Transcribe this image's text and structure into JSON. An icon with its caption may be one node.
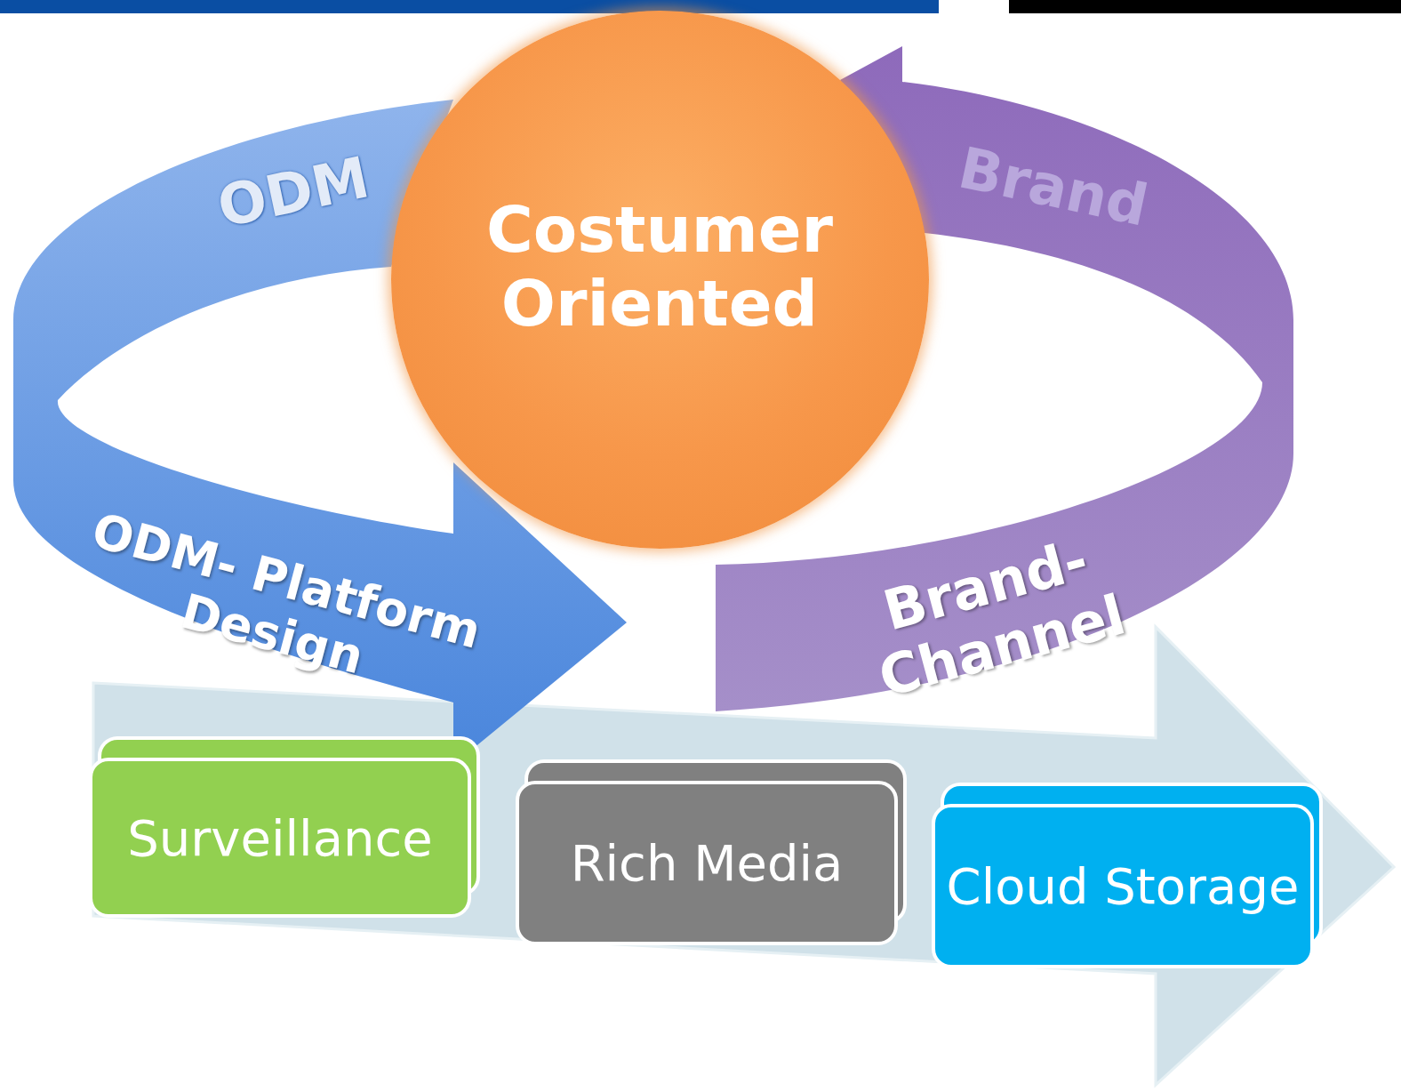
{
  "diagram": {
    "nodes": [
      {
        "text": [
          "ODM",
          "ODM- Platform Design"
        ]
      },
      {
        "text": [
          "Costumer Oriented"
        ]
      },
      {
        "text": [
          "Brand",
          "Brand- Channel"
        ]
      },
      {
        "text": [
          "Surveillance"
        ]
      },
      {
        "text": [
          "Rich Media"
        ]
      },
      {
        "text": [
          "Cloud Storage"
        ]
      }
    ]
  }
}
